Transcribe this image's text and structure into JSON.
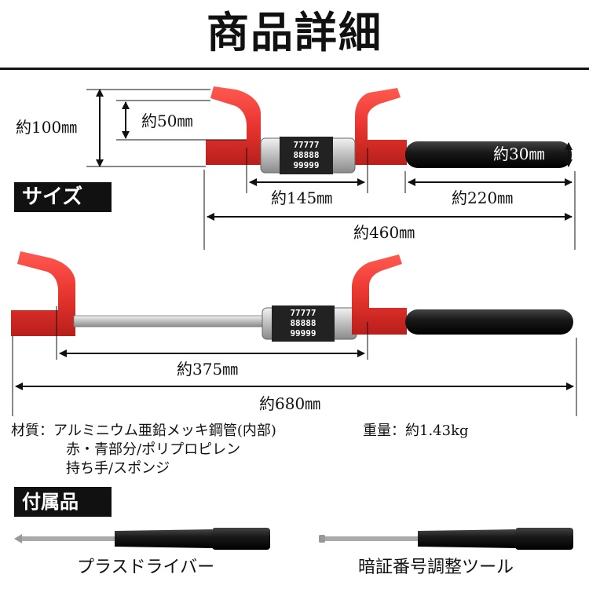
{
  "header": {
    "title": "商品詳細"
  },
  "sections": {
    "size": "サイズ",
    "accessories": "付属品"
  },
  "dimensions": {
    "height_total": "約100㎜",
    "hook_height": "約50㎜",
    "handle_diameter": "約30㎜",
    "lock_width": "約145㎜",
    "handle_length": "約220㎜",
    "closed_length": "約460㎜",
    "hook_span": "約375㎜",
    "extended_length": "約680㎜"
  },
  "lock": {
    "digits_top": "77777",
    "digits_mid": "88888",
    "digits_bot": "99999"
  },
  "specs": {
    "material_label": "材質：アルミニウム亜鉛メッキ鋼管(内部)",
    "material_line2": "赤・青部分/ポリプロピレン",
    "material_line3": "持ち手/スポンジ",
    "weight": "重量：約1.43kg"
  },
  "accessories": [
    {
      "name": "プラスドライバー"
    },
    {
      "name": "暗証番号調整ツール"
    }
  ],
  "colors": {
    "lock_red": "#e8352f",
    "handle_black": "#1a1a1a",
    "accent": "#111111"
  }
}
